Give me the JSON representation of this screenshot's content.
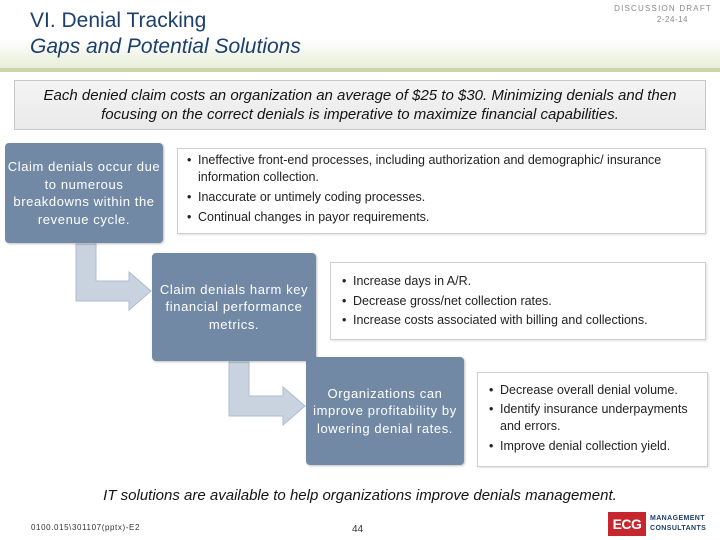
{
  "header": {
    "title_line1": "VI.  Denial Tracking",
    "title_line2": "Gaps and Potential Solutions",
    "draft_label": "DISCUSSION DRAFT",
    "draft_date": "2-24-14"
  },
  "intro": "Each denied claim costs an organization an average of $25 to $30.  Minimizing denials and then focusing on the correct denials is imperative to maximize financial capabilities.",
  "steps": [
    {
      "label": "Claim denials occur due to numerous breakdowns within the revenue cycle.",
      "bullets": [
        "Ineffective front-end processes, including authorization and demographic/ insurance information collection.",
        "Inaccurate or untimely coding processes.",
        "Continual changes in payor requirements."
      ]
    },
    {
      "label": "Claim denials harm key financial performance metrics.",
      "bullets": [
        "Increase days in A/R.",
        "Decrease gross/net collection rates.",
        "Increase costs associated with billing and collections."
      ]
    },
    {
      "label": "Organizations can improve profitability by lowering denial rates.",
      "bullets": [
        "Decrease overall denial volume.",
        "Identify insurance underpayments and errors.",
        "Improve denial collection yield."
      ]
    }
  ],
  "footer": {
    "summary": "IT solutions are available to help organizations improve denials management.",
    "doc_id": "0100.015\\301107(pptx)-E2",
    "page_number": "44"
  },
  "logo": {
    "mark": "ECG",
    "line1": "MANAGEMENT",
    "line2": "CONSULTANTS"
  },
  "colors": {
    "title": "#1c3f6e",
    "step_box": "#7289a6",
    "arrow": "#c9d3e0",
    "header_band": "#e6edd6",
    "logo_red": "#c6262e"
  },
  "icons": [
    "bent-arrow-icon",
    "bent-arrow-icon"
  ]
}
